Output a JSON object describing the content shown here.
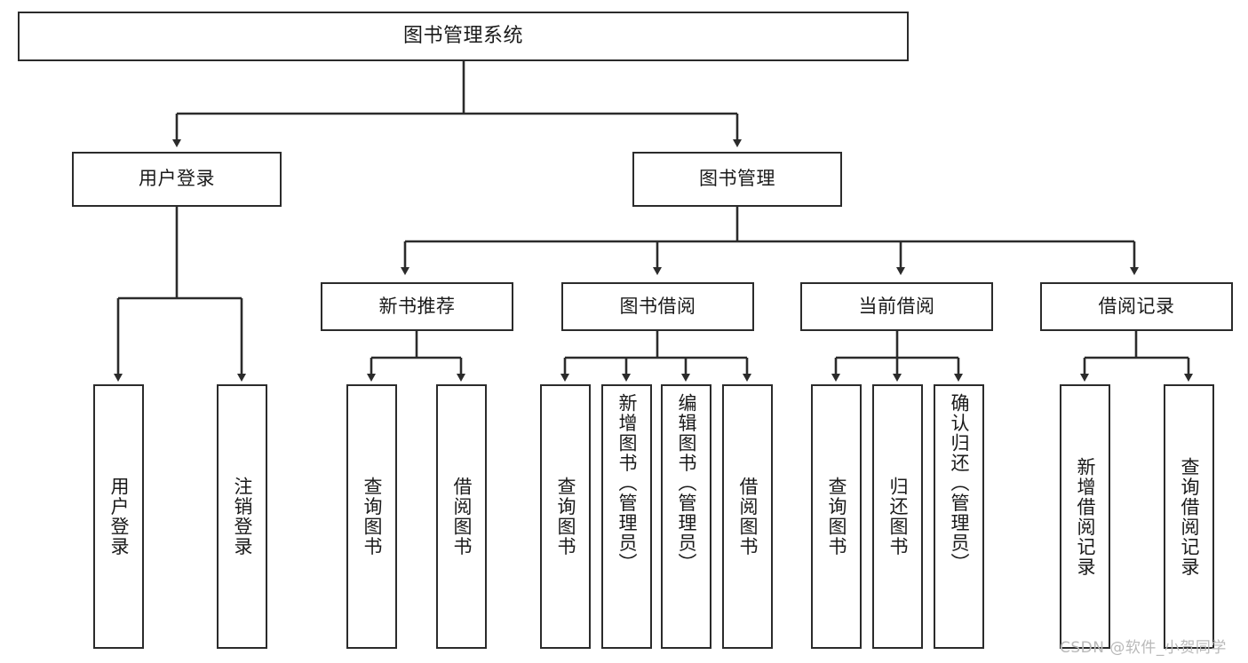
{
  "diagram": {
    "type": "tree-hierarchy",
    "title": "图书管理系统",
    "root": {
      "id": "root",
      "label": "图书管理系统",
      "orientation": "horizontal"
    },
    "level2": [
      {
        "id": "user-login",
        "label": "用户登录",
        "orientation": "horizontal"
      },
      {
        "id": "book-manage",
        "label": "图书管理",
        "orientation": "horizontal"
      }
    ],
    "level3": [
      {
        "id": "new-book-recommend",
        "label": "新书推荐",
        "orientation": "horizontal",
        "parent": "book-manage"
      },
      {
        "id": "book-borrow",
        "label": "图书借阅",
        "orientation": "horizontal",
        "parent": "book-manage"
      },
      {
        "id": "current-borrow",
        "label": "当前借阅",
        "orientation": "horizontal",
        "parent": "book-manage"
      },
      {
        "id": "borrow-record",
        "label": "借阅记录",
        "orientation": "horizontal",
        "parent": "book-manage"
      }
    ],
    "leaves": [
      {
        "id": "leaf-user-login",
        "label": "用户登录",
        "parent": "user-login",
        "orientation": "vertical"
      },
      {
        "id": "leaf-user-logout",
        "label": "注销登录",
        "parent": "user-login",
        "orientation": "vertical"
      },
      {
        "id": "leaf-query-book-1",
        "label": "查询图书",
        "parent": "new-book-recommend",
        "orientation": "vertical"
      },
      {
        "id": "leaf-borrow-book-1",
        "label": "借阅图书",
        "parent": "new-book-recommend",
        "orientation": "vertical"
      },
      {
        "id": "leaf-query-book-2",
        "label": "查询图书",
        "parent": "book-borrow",
        "orientation": "vertical"
      },
      {
        "id": "leaf-add-book",
        "label": "新增图书（管理员）",
        "parent": "book-borrow",
        "orientation": "vertical"
      },
      {
        "id": "leaf-edit-book",
        "label": "编辑图书（管理员）",
        "parent": "book-borrow",
        "orientation": "vertical"
      },
      {
        "id": "leaf-borrow-book-2",
        "label": "借阅图书",
        "parent": "book-borrow",
        "orientation": "vertical"
      },
      {
        "id": "leaf-query-book-3",
        "label": "查询图书",
        "parent": "current-borrow",
        "orientation": "vertical"
      },
      {
        "id": "leaf-return-book",
        "label": "归还图书",
        "parent": "current-borrow",
        "orientation": "vertical"
      },
      {
        "id": "leaf-confirm-return",
        "label": "确认归还（管理员）",
        "parent": "current-borrow",
        "orientation": "vertical"
      },
      {
        "id": "leaf-add-record",
        "label": "新增借阅记录",
        "parent": "borrow-record",
        "orientation": "vertical"
      },
      {
        "id": "leaf-query-record",
        "label": "查询借阅记录",
        "parent": "borrow-record",
        "orientation": "vertical"
      }
    ],
    "watermark": "CSDN @软件_小贺同学",
    "colors": {
      "stroke": "#2b2b2b",
      "fill": "#ffffff",
      "text": "#1a1a1a",
      "watermark": "#b9b9b9"
    }
  }
}
